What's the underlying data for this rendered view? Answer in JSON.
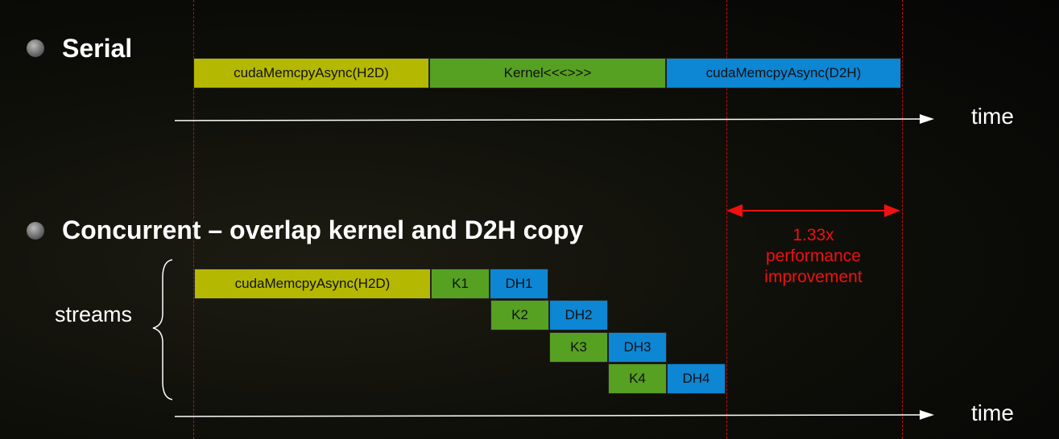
{
  "serial": {
    "heading": "Serial",
    "blocks": [
      "cudaMemcpyAsync(H2D)",
      "Kernel<<<>>>",
      "cudaMemcpyAsync(D2H)"
    ],
    "time_label": "time"
  },
  "concurrent": {
    "heading": "Concurrent – overlap kernel and D2H copy",
    "streams_label": "streams",
    "blocks": {
      "h2d": "cudaMemcpyAsync(H2D)",
      "k1": "K1",
      "dh1": "DH1",
      "k2": "K2",
      "dh2": "DH2",
      "k3": "K3",
      "dh3": "DH3",
      "k4": "K4",
      "dh4": "DH4"
    },
    "time_label": "time"
  },
  "improvement": {
    "factor": "1.33x",
    "line1": "performance",
    "line2": "improvement"
  },
  "colors": {
    "h2d": "#b5b800",
    "kernel": "#56a022",
    "d2h": "#0d86d4",
    "annotation": "#f01010"
  }
}
